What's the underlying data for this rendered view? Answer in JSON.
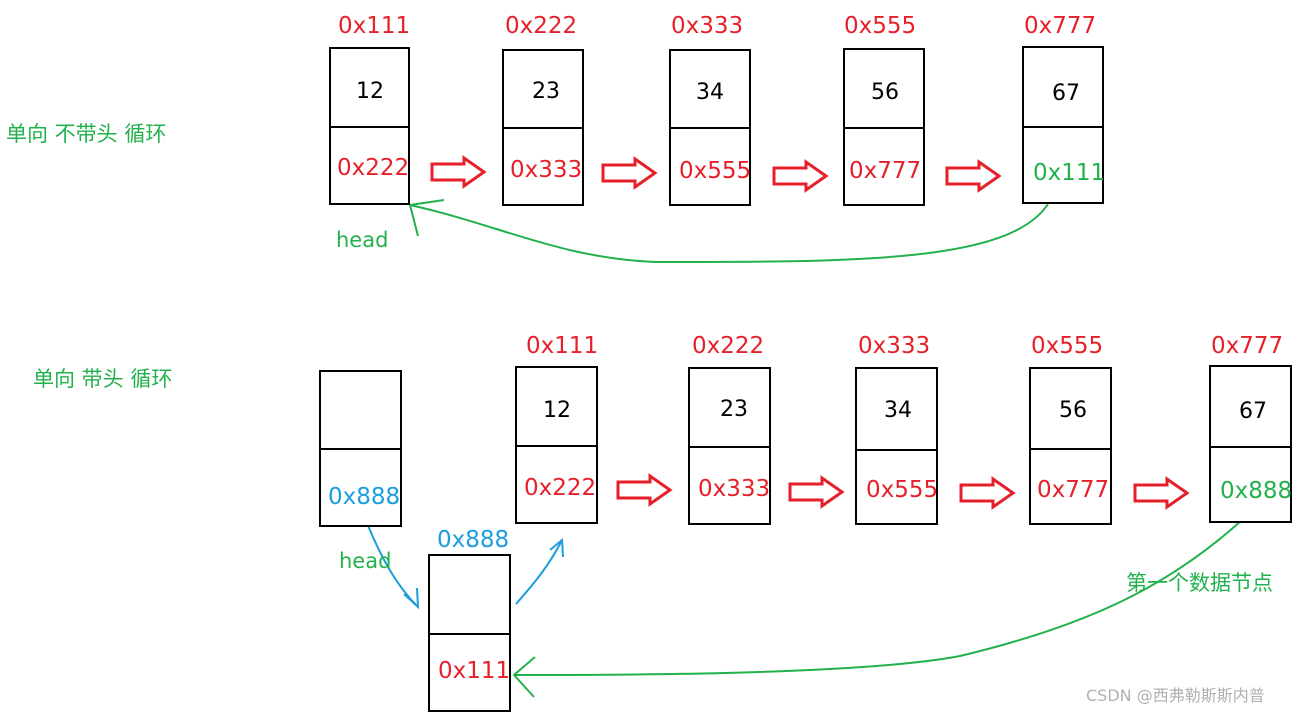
{
  "colors": {
    "red": "#e6202a",
    "green": "#22b14c",
    "blue": "#1a9fdc",
    "black": "#000000"
  },
  "section1": {
    "label": "单向 不带头 循环",
    "head_label": "head",
    "nodes": [
      {
        "addr": "0x111",
        "value": "12",
        "next": "0x222",
        "next_color": "red"
      },
      {
        "addr": "0x222",
        "value": "23",
        "next": "0x333",
        "next_color": "red"
      },
      {
        "addr": "0x333",
        "value": "34",
        "next": "0x555",
        "next_color": "red"
      },
      {
        "addr": "0x555",
        "value": "56",
        "next": "0x777",
        "next_color": "red"
      },
      {
        "addr": "0x777",
        "value": "67",
        "next": "0x111",
        "next_color": "green"
      }
    ]
  },
  "section2": {
    "label": "单向 带头 循环",
    "head_label": "head",
    "head_node": {
      "addr": "",
      "value": "",
      "next": "0x888",
      "next_color": "blue"
    },
    "sentinel": {
      "addr": "0x888",
      "value": "",
      "next": "0x111",
      "next_color": "red"
    },
    "nodes": [
      {
        "addr": "0x111",
        "value": "12",
        "next": "0x222",
        "next_color": "red"
      },
      {
        "addr": "0x222",
        "value": "23",
        "next": "0x333",
        "next_color": "red"
      },
      {
        "addr": "0x333",
        "value": "34",
        "next": "0x555",
        "next_color": "red"
      },
      {
        "addr": "0x555",
        "value": "56",
        "next": "0x777",
        "next_color": "red"
      },
      {
        "addr": "0x777",
        "value": "67",
        "next": "0x888",
        "next_color": "green"
      }
    ],
    "first_node_label": "第一个数据节点"
  },
  "watermark": "CSDN @西弗勒斯斯内普"
}
